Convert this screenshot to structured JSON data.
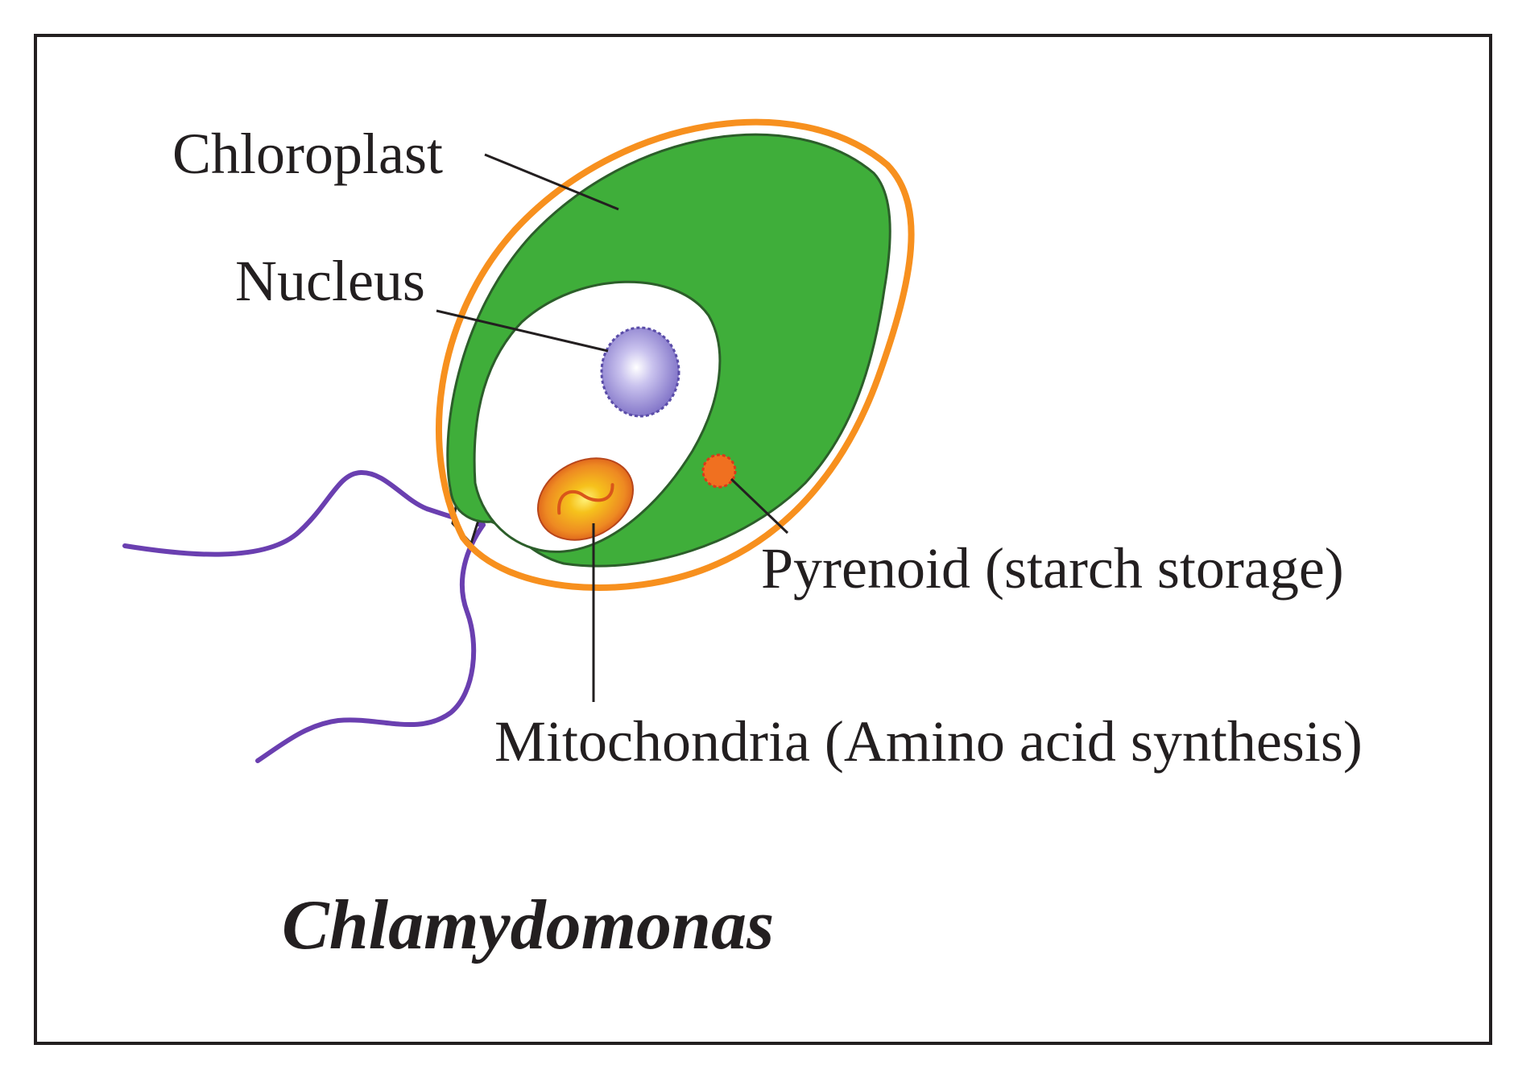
{
  "diagram": {
    "title": "Chlamydomonas",
    "labels": {
      "chloroplast": "Chloroplast",
      "nucleus": "Nucleus",
      "pyrenoid": "Pyrenoid (starch storage)",
      "mitochondria": "Mitochondria (Amino acid synthesis)"
    },
    "colors": {
      "cell_wall": "#f7901e",
      "chloroplast": "#3fae3a",
      "chloroplast_outline": "#2c5e2a",
      "nucleus": "#8c7fd0",
      "mitochondria": "#e86a1c",
      "mitochondria_core": "#f6c21c",
      "pyrenoid": "#e8501c",
      "flagella": "#6a3fb0",
      "frame": "#231f20"
    }
  }
}
